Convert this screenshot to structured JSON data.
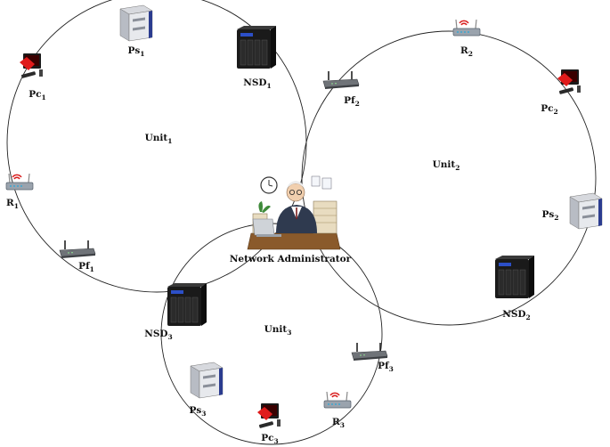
{
  "admin": {
    "label": "Network Administrator"
  },
  "unit1": {
    "name": {
      "base": "Unit",
      "sub": "1"
    },
    "devices": {
      "ps": {
        "base": "Ps",
        "sub": "1",
        "icon": "printer-icon"
      },
      "nsd": {
        "base": "NSD",
        "sub": "1",
        "icon": "nas-storage-icon"
      },
      "pc": {
        "base": "Pc",
        "sub": "1",
        "icon": "pc-icon"
      },
      "r": {
        "base": "R",
        "sub": "1",
        "icon": "wifi-router-icon"
      },
      "pf": {
        "base": "Pf",
        "sub": "1",
        "icon": "access-point-icon"
      }
    }
  },
  "unit2": {
    "name": {
      "base": "Unit",
      "sub": "2"
    },
    "devices": {
      "r": {
        "base": "R",
        "sub": "2",
        "icon": "wifi-router-icon"
      },
      "pf": {
        "base": "Pf",
        "sub": "2",
        "icon": "access-point-icon"
      },
      "pc": {
        "base": "Pc",
        "sub": "2",
        "icon": "pc-icon"
      },
      "ps": {
        "base": "Ps",
        "sub": "2",
        "icon": "printer-icon"
      },
      "nsd": {
        "base": "NSD",
        "sub": "2",
        "icon": "nas-storage-icon"
      }
    }
  },
  "unit3": {
    "name": {
      "base": "Unit",
      "sub": "3"
    },
    "devices": {
      "nsd": {
        "base": "NSD",
        "sub": "3",
        "icon": "nas-storage-icon"
      },
      "pf": {
        "base": "Pf",
        "sub": "3",
        "icon": "access-point-icon"
      },
      "ps": {
        "base": "Ps",
        "sub": "3",
        "icon": "printer-icon"
      },
      "r": {
        "base": "R",
        "sub": "3",
        "icon": "wifi-router-icon"
      },
      "pc": {
        "base": "Pc",
        "sub": "3",
        "icon": "pc-icon"
      }
    }
  },
  "colors": {
    "ring": "#222222",
    "pc_accent": "#e01b1b",
    "wifi": "#d81e1e",
    "printer_accent": "#2b3c8f",
    "nas_body": "#1a1a1a",
    "nas_display": "#2c4fc7"
  }
}
